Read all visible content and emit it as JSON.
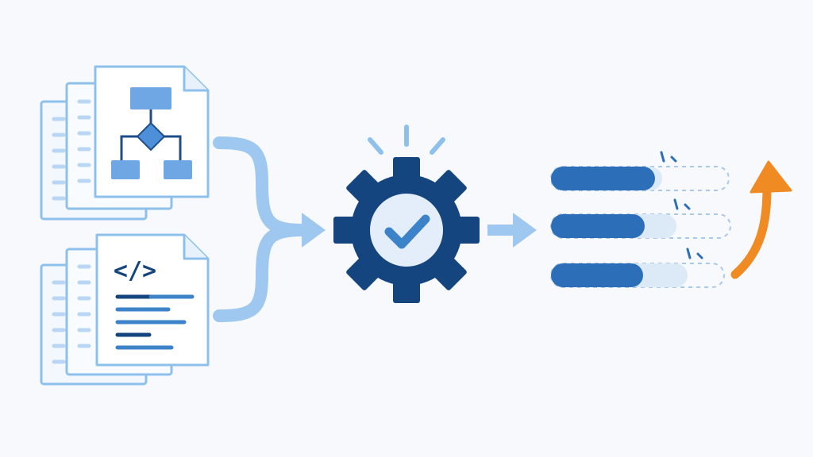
{
  "diagram": {
    "inputs": [
      {
        "name": "flowchart-document-stack",
        "icon": "flowchart-icon"
      },
      {
        "name": "code-document-stack",
        "icon": "code-icon",
        "code_glyph": "</>"
      }
    ],
    "process": {
      "icon": "gear-check-icon"
    },
    "outputs": {
      "bars": [
        {
          "fill": 0.61
        },
        {
          "fill": 0.55
        },
        {
          "fill": 0.54
        }
      ],
      "trend": {
        "icon": "up-arrow-icon",
        "direction": "up"
      }
    }
  },
  "colors": {
    "background": "#f7f9fc",
    "doc_outline": "#8ec0ec",
    "doc_fill": "#ffffff",
    "navy": "#14457f",
    "primary_blue": "#2c6fb8",
    "light_blue": "#9fc8f0",
    "pale_blue": "#dce9f7",
    "accent_orange": "#f08a22"
  }
}
